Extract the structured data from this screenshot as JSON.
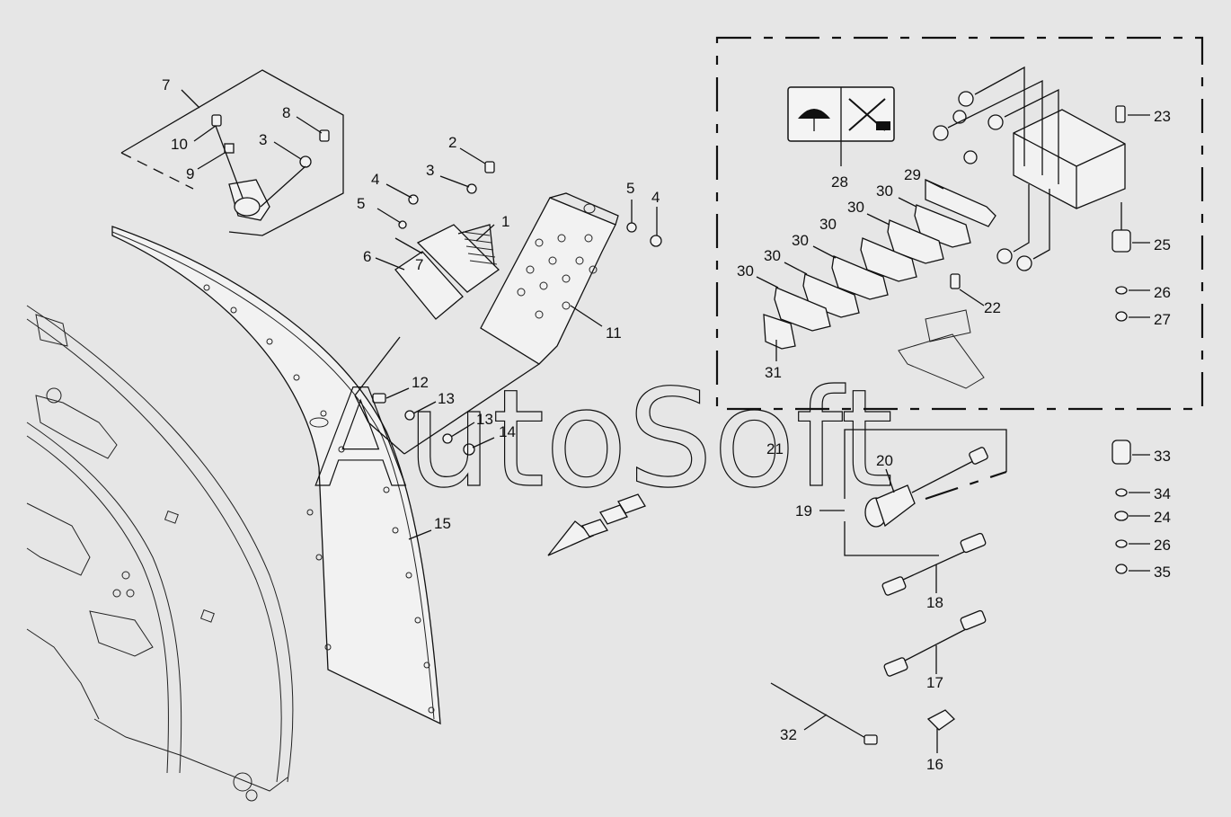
{
  "watermark": "AutoSoft",
  "callouts": [
    {
      "id": "c1",
      "label": "1",
      "part": "ventilation-grille"
    },
    {
      "id": "c2",
      "label": "2",
      "part": "screw"
    },
    {
      "id": "c3a",
      "label": "3",
      "part": "washer"
    },
    {
      "id": "c3b",
      "label": "3",
      "part": "washer"
    },
    {
      "id": "c4a",
      "label": "4",
      "part": "wing-nut"
    },
    {
      "id": "c4b",
      "label": "4",
      "part": "wing-nut"
    },
    {
      "id": "c5a",
      "label": "5",
      "part": "washer"
    },
    {
      "id": "c5b",
      "label": "5",
      "part": "washer"
    },
    {
      "id": "c6",
      "label": "6",
      "part": "gasket"
    },
    {
      "id": "c7a",
      "label": "7",
      "part": "switch-assembly"
    },
    {
      "id": "c7b",
      "label": "7",
      "part": "bracket"
    },
    {
      "id": "c8",
      "label": "8",
      "part": "screw"
    },
    {
      "id": "c9",
      "label": "9",
      "part": "nut"
    },
    {
      "id": "c10",
      "label": "10",
      "part": "screw"
    },
    {
      "id": "c11",
      "label": "11",
      "part": "cover"
    },
    {
      "id": "c12",
      "label": "12",
      "part": "bolt"
    },
    {
      "id": "c13a",
      "label": "13",
      "part": "washer"
    },
    {
      "id": "c13b",
      "label": "13",
      "part": "washer"
    },
    {
      "id": "c14",
      "label": "14",
      "part": "nut"
    },
    {
      "id": "c15",
      "label": "15",
      "part": "fender-panel"
    },
    {
      "id": "c16",
      "label": "16",
      "part": "fuse"
    },
    {
      "id": "c17",
      "label": "17",
      "part": "cable"
    },
    {
      "id": "c18",
      "label": "18",
      "part": "cable"
    },
    {
      "id": "c19",
      "label": "19",
      "part": "harness-kit"
    },
    {
      "id": "c20",
      "label": "20",
      "part": "connector"
    },
    {
      "id": "c21",
      "label": "21",
      "part": "terminal-block"
    },
    {
      "id": "c22",
      "label": "22",
      "part": "screw"
    },
    {
      "id": "c23",
      "label": "23",
      "part": "screw"
    },
    {
      "id": "c24",
      "label": "24",
      "part": "washer"
    },
    {
      "id": "c25",
      "label": "25",
      "part": "cap"
    },
    {
      "id": "c26a",
      "label": "26",
      "part": "washer"
    },
    {
      "id": "c26b",
      "label": "26",
      "part": "washer"
    },
    {
      "id": "c27",
      "label": "27",
      "part": "nut"
    },
    {
      "id": "c28",
      "label": "28",
      "part": "decal"
    },
    {
      "id": "c29",
      "label": "29",
      "part": "end-plate"
    },
    {
      "id": "c30a",
      "label": "30",
      "part": "terminal"
    },
    {
      "id": "c30b",
      "label": "30",
      "part": "terminal"
    },
    {
      "id": "c30c",
      "label": "30",
      "part": "terminal"
    },
    {
      "id": "c30d",
      "label": "30",
      "part": "terminal"
    },
    {
      "id": "c30e",
      "label": "30",
      "part": "terminal"
    },
    {
      "id": "c31",
      "label": "31",
      "part": "terminal"
    },
    {
      "id": "c32",
      "label": "32",
      "part": "cable-tie"
    },
    {
      "id": "c33",
      "label": "33",
      "part": "cap"
    },
    {
      "id": "c34",
      "label": "34",
      "part": "washer"
    },
    {
      "id": "c35",
      "label": "35",
      "part": "nut"
    }
  ]
}
